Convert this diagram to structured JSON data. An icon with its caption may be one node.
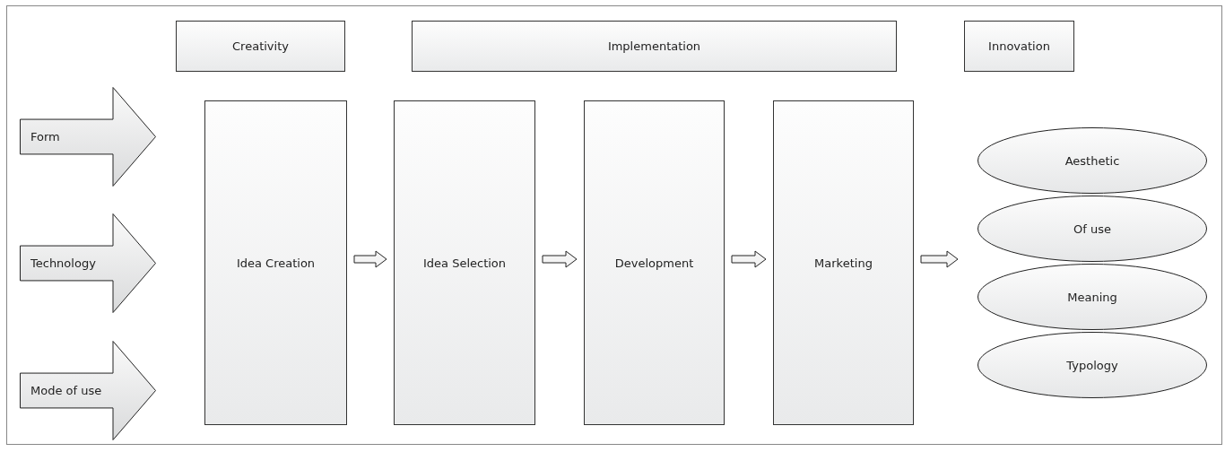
{
  "diagram": {
    "nodes": [
      {
        "text": [
          "Creativity"
        ]
      },
      {
        "text": [
          "Implementation"
        ]
      },
      {
        "text": [
          "Innovation"
        ]
      },
      {
        "text": [
          "Form"
        ]
      },
      {
        "text": [
          "Technology"
        ]
      },
      {
        "text": [
          "Mode of use"
        ]
      },
      {
        "text": [
          "Idea Creation"
        ]
      },
      {
        "text": [
          "Idea Selection"
        ]
      },
      {
        "text": [
          "Development"
        ]
      },
      {
        "text": [
          "Marketing"
        ]
      },
      {
        "text": [
          "Aesthetic"
        ]
      },
      {
        "text": [
          "Of use"
        ]
      },
      {
        "text": [
          "Meaning"
        ]
      },
      {
        "text": [
          "Typology"
        ]
      }
    ],
    "edges": [
      {
        "from": 6,
        "to": 7,
        "arrow": "to"
      },
      {
        "from": 7,
        "to": 8,
        "arrow": "to"
      },
      {
        "from": 8,
        "to": 9,
        "arrow": "to"
      },
      {
        "from": 9,
        "to": null,
        "arrow": "to"
      }
    ]
  }
}
